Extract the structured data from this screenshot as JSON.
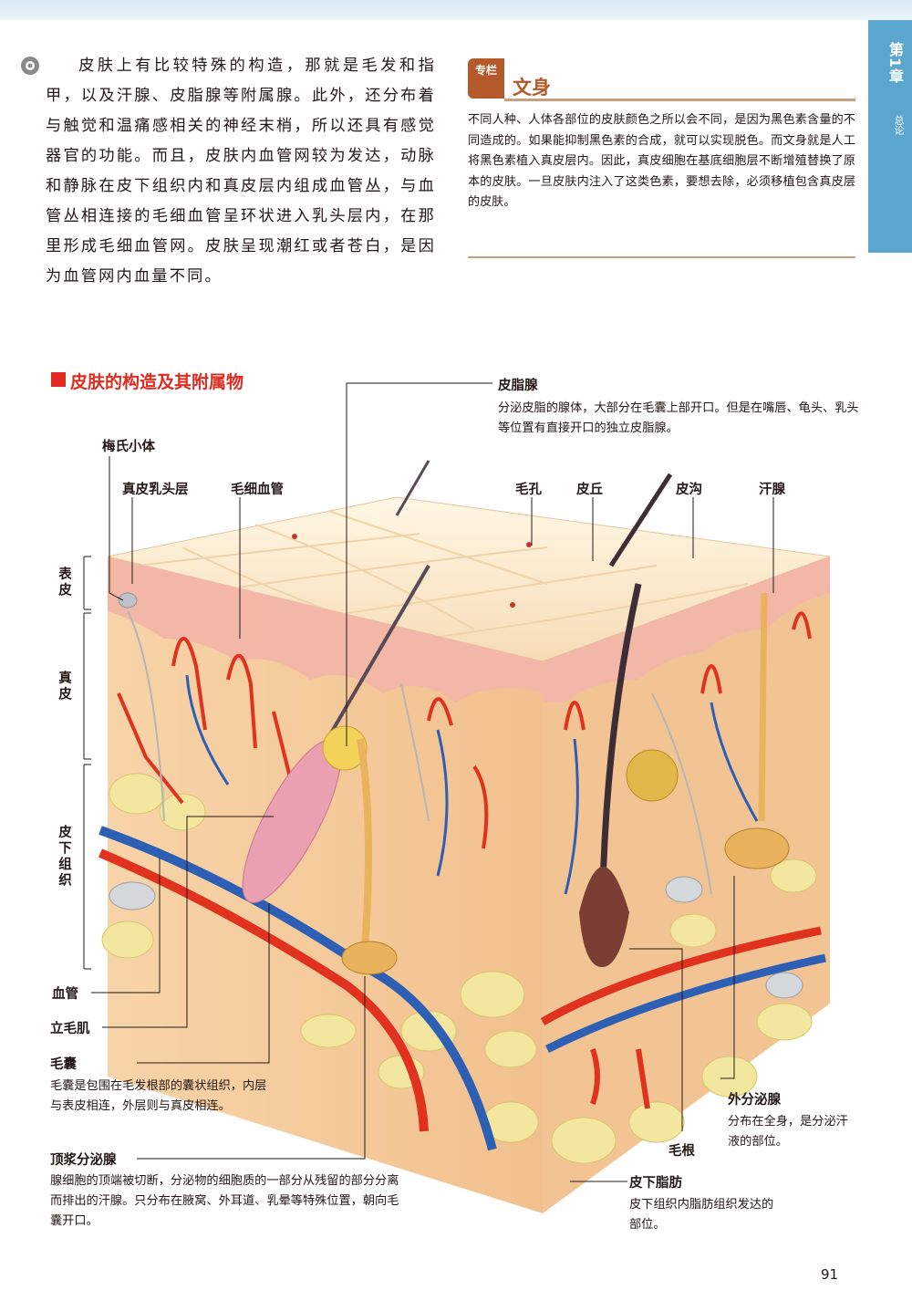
{
  "chapter": {
    "number": "第1章",
    "subtitle": "总论"
  },
  "intro_paragraph": "皮肤上有比较特殊的构造，那就是毛发和指甲，以及汗腺、皮脂腺等附属腺。此外，还分布着与触觉和温痛感相关的神经末梢，所以还具有感觉器官的功能。而且，皮肤内血管网较为发达，动脉和静脉在皮下组织内和真皮层内组成血管丛，与血管丛相连接的毛细血管呈环状进入乳头层内，在那里形成毛细血管网。皮肤呈现潮红或者苍白，是因为血管网内血量不同。",
  "column": {
    "badge": "专栏",
    "title": "文身",
    "body": "不同人种、人体各部位的皮肤颜色之所以会不同，是因为黑色素含量的不同造成的。如果能抑制黑色素的合成，就可以实现脱色。而文身就是人工将黑色素植入真皮层内。因此，真皮细胞在基底细胞层不断增殖替换了原本的皮肤。一旦皮肤内注入了这类色素，要想去除，必须移植包含真皮层的皮肤。"
  },
  "section_title": "皮肤的构造及其附属物",
  "labels": {
    "sebaceous": {
      "name": "皮脂腺",
      "desc": "分泌皮脂的腺体，大部分在毛囊上部开口。但是在嘴唇、龟头、乳头等位置有直接开口的独立皮脂腺。"
    },
    "meissner": "梅氏小体",
    "papillary": "真皮乳头层",
    "capillary": "毛细血管",
    "pore": "毛孔",
    "crista": "皮丘",
    "sulcus": "皮沟",
    "sweat_gland": "汗腺",
    "epidermis": "表皮",
    "dermis": "真皮",
    "subcutis": "皮下组织",
    "vessel": "血管",
    "arrector": "立毛肌",
    "follicle": {
      "name": "毛囊",
      "desc": "毛囊是包围在毛发根部的囊状组织，内层与表皮相连，外层则与真皮相连。"
    },
    "apocrine": {
      "name": "顶浆分泌腺",
      "desc": "腺细胞的顶端被切断，分泌物的细胞质的一部分从残留的部分分离而排出的汗腺。只分布在腋窝、外耳道、乳晕等特殊位置，朝向毛囊开口。"
    },
    "eccrine": {
      "name": "外分泌腺",
      "desc": "分布在全身，是分泌汗液的部位。"
    },
    "hair_root": "毛根",
    "fat": {
      "name": "皮下脂肪",
      "desc": "皮下组织内脂肪组织发达的部位。"
    }
  },
  "page_number": "91",
  "colors": {
    "accent_red": "#e02b20",
    "chapter_blue": "#5aa6cf",
    "column_brown": "#b45a2a"
  }
}
